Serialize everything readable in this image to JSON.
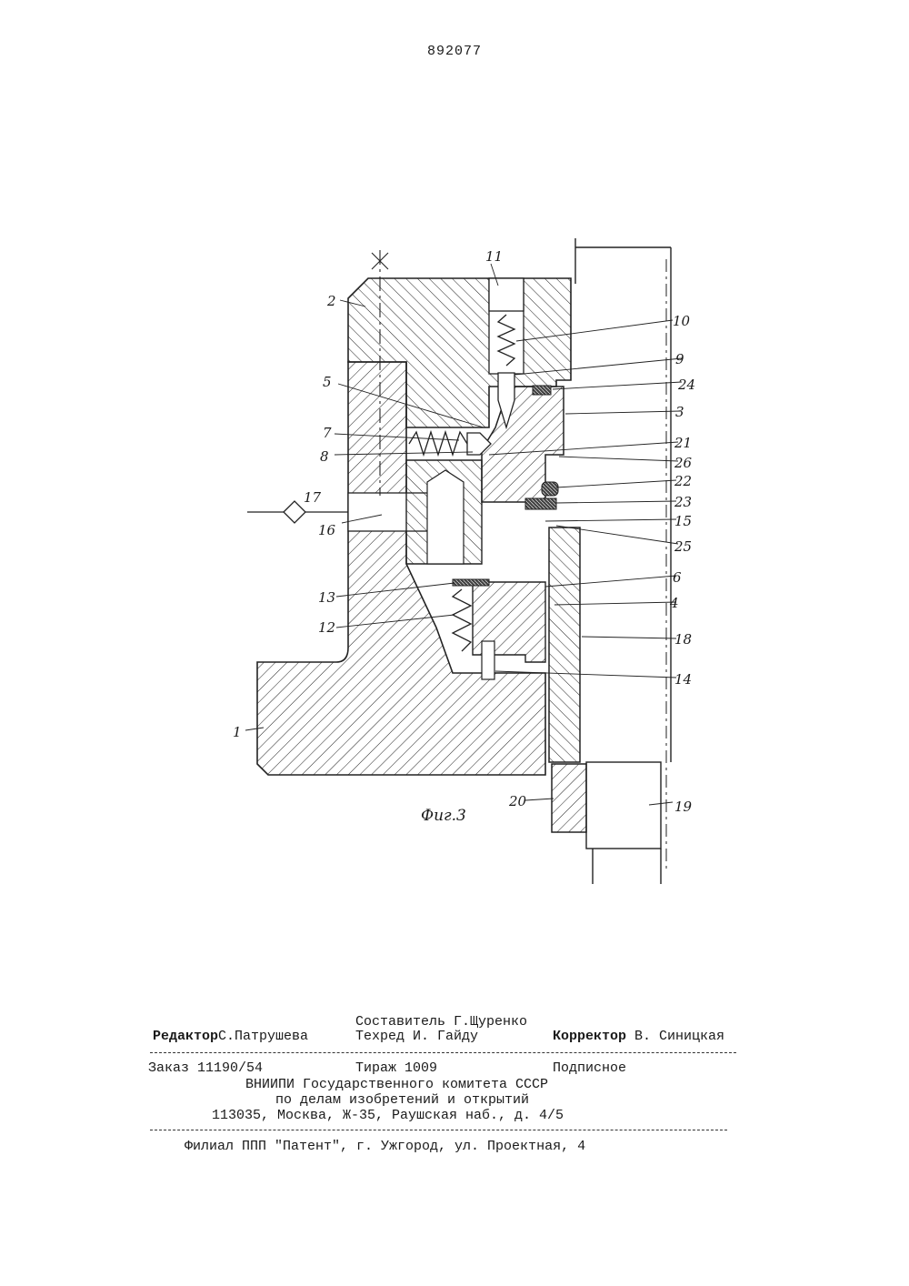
{
  "patent_number": "892077",
  "figure": {
    "caption": "Фиг.3",
    "axis_mark": "X",
    "labels": [
      "1",
      "2",
      "3",
      "4",
      "5",
      "6",
      "7",
      "8",
      "9",
      "10",
      "11",
      "12",
      "13",
      "14",
      "15",
      "16",
      "17",
      "18",
      "19",
      "20",
      "21",
      "22",
      "23",
      "24",
      "25",
      "26"
    ]
  },
  "imprint": {
    "compiler": "Составитель Г.Щуренко",
    "editor_label": "Редактор",
    "editor_name": "С.Патрушева",
    "techred": "Техред И. Гайду",
    "corrector_label": "Корректор",
    "corrector_name": "В. Синицкая",
    "order": "Заказ 11190/54",
    "circulation": "Тираж 1009",
    "subscription": "Подписное",
    "org_line1": "ВНИИПИ Государственного комитета СССР",
    "org_line2": "по делам изобретений и открытий",
    "address": "113035, Москва, Ж-35, Раушская наб., д. 4/5",
    "branch": "Филиал ППП \"Патент\", г. Ужгород, ул. Проектная, 4"
  }
}
